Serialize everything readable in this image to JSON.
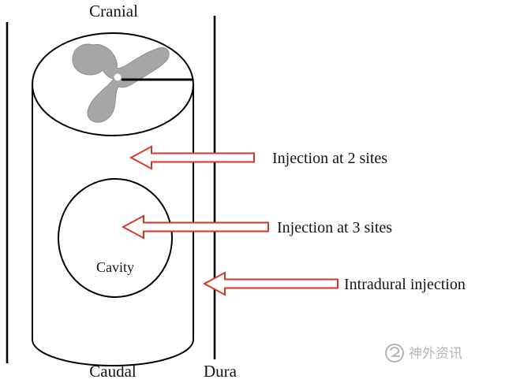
{
  "diagram": {
    "labels": {
      "cranial": "Cranial",
      "caudal": "Caudal",
      "dura": "Dura",
      "cavity": "Cavity"
    },
    "annotations": [
      {
        "id": "injection-2-sites",
        "label": "Injection at 2 sites"
      },
      {
        "id": "injection-3-sites",
        "label": "Injection at 3 sites"
      },
      {
        "id": "intradural-injection",
        "label": "Intradural injection"
      }
    ]
  },
  "watermark": {
    "text": "神外资讯"
  },
  "colors": {
    "arrow_outline": "#d9342b",
    "gray_matter": "#a6a6a6",
    "diagram_line": "#000000",
    "text": "#141414",
    "watermark": "#b5b5b5"
  }
}
